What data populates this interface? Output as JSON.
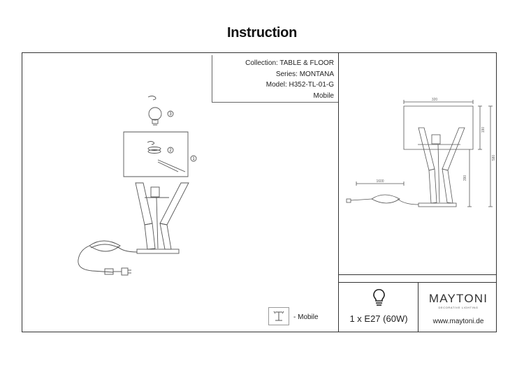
{
  "header": {
    "title": "Instruction"
  },
  "collection_box": {
    "collection": "Collection: TABLE & FLOOR",
    "series": "Series: MONTANA",
    "model": "Model: H352-TL-01-G",
    "mobile": "Mobile"
  },
  "assembly": {
    "callouts": [
      "1",
      "2",
      "3"
    ]
  },
  "legend": {
    "mobile_text": "- Mobile",
    "icon": "mobile-lamp-icon"
  },
  "spec_panel": {
    "bulb_icon": "light-bulb-icon",
    "bulb_spec": "1 x E27 (60W)",
    "brand": "MAYTONI",
    "brand_tagline": "DECORATIVE LIGHTING",
    "website": "www.maytoni.de"
  },
  "dimensions": {
    "shade_width": "320",
    "shade_height": "190",
    "base_height": "390",
    "total_height": "580",
    "cable_length": "1600"
  }
}
